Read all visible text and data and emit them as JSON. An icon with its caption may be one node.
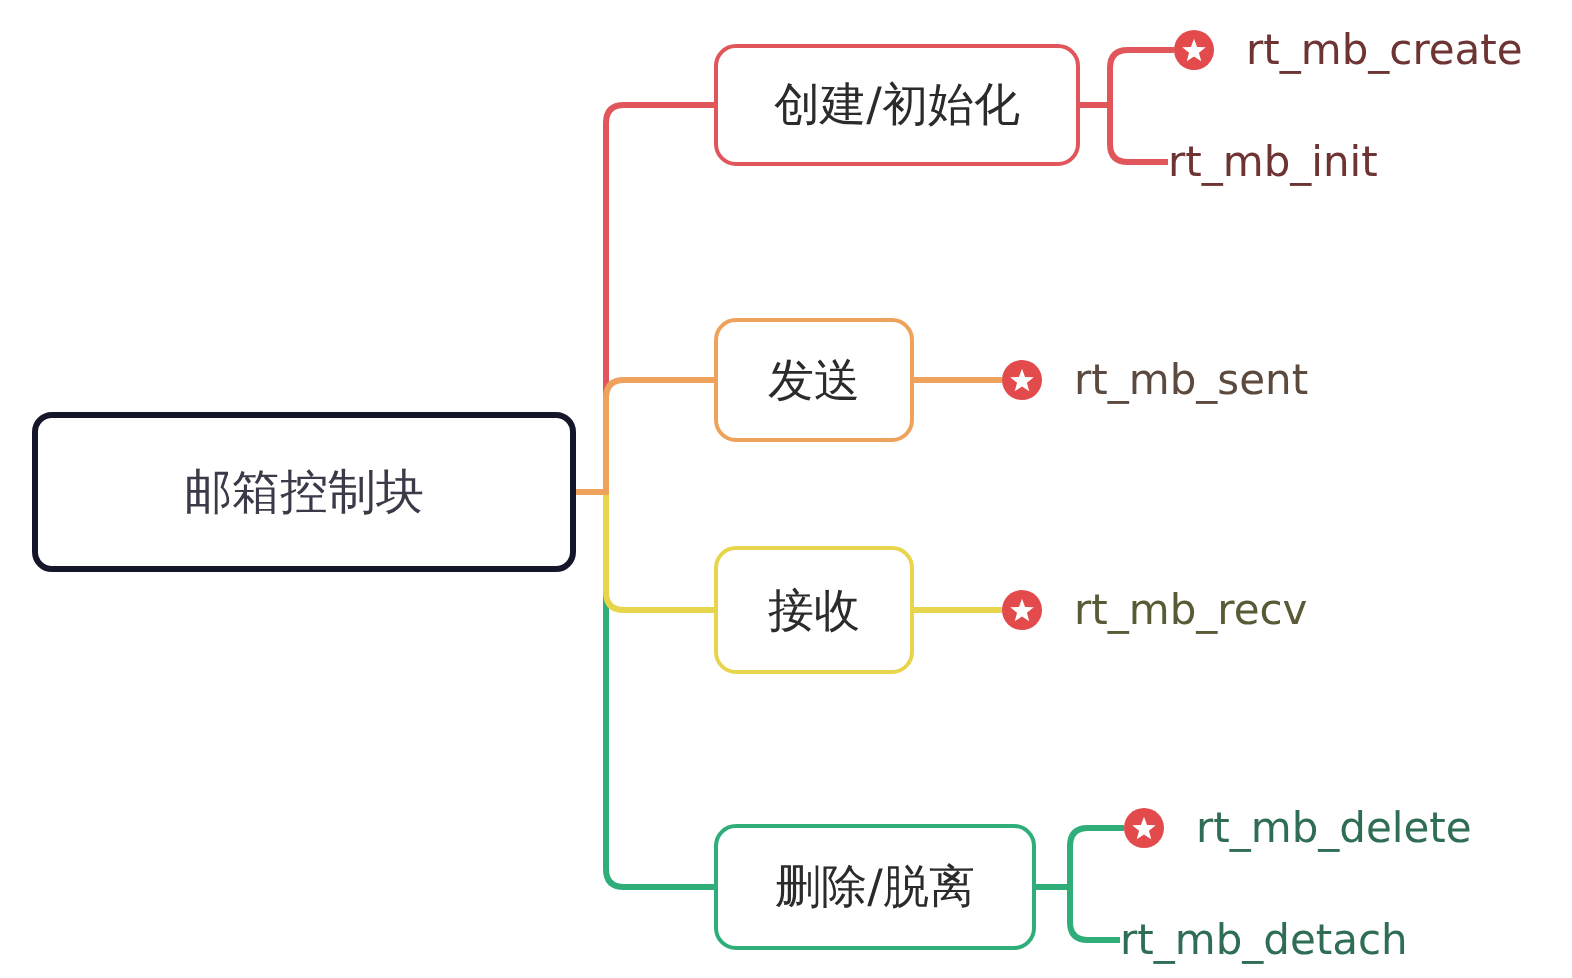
{
  "diagram": {
    "nodes": [
      {
        "text": [
          "邮箱控制块"
        ]
      },
      {
        "text": [
          "创建/初始化"
        ]
      },
      {
        "text": [
          "发送"
        ]
      },
      {
        "text": [
          "接收"
        ]
      },
      {
        "text": [
          "删除/脱离"
        ]
      },
      {
        "text": [
          "rt_mb_create"
        ]
      },
      {
        "text": [
          "rt_mb_init"
        ]
      },
      {
        "text": [
          "rt_mb_sent"
        ]
      },
      {
        "text": [
          "rt_mb_recv"
        ]
      },
      {
        "text": [
          "rt_mb_delete"
        ]
      },
      {
        "text": [
          "rt_mb_detach"
        ]
      }
    ],
    "edges": [
      {
        "from": 0,
        "to": 1,
        "arrow": "none",
        "color": "#e0565b"
      },
      {
        "from": 0,
        "to": 2,
        "arrow": "none",
        "color": "#eea25c"
      },
      {
        "from": 0,
        "to": 3,
        "arrow": "none",
        "color": "#e8d54e"
      },
      {
        "from": 0,
        "to": 4,
        "arrow": "none",
        "color": "#2fae7a"
      },
      {
        "from": 1,
        "to": 5,
        "arrow": "none",
        "color": "#e0565b"
      },
      {
        "from": 1,
        "to": 6,
        "arrow": "none",
        "color": "#e0565b"
      },
      {
        "from": 2,
        "to": 7,
        "arrow": "none",
        "color": "#eea25c"
      },
      {
        "from": 3,
        "to": 8,
        "arrow": "none",
        "color": "#e8d54e"
      },
      {
        "from": 4,
        "to": 9,
        "arrow": "none",
        "color": "#2fae7a"
      },
      {
        "from": 4,
        "to": 10,
        "arrow": "none",
        "color": "#2fae7a"
      }
    ]
  }
}
